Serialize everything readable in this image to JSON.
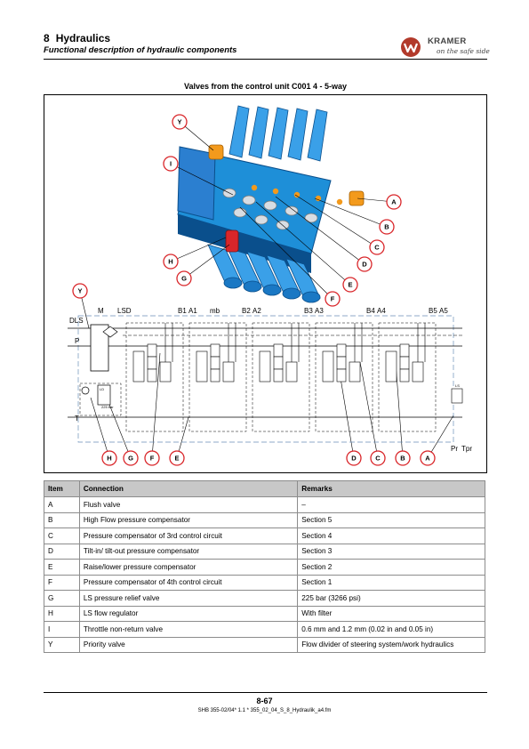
{
  "header": {
    "chapter_number": "8",
    "chapter_title": "Hydraulics",
    "subtitle": "Functional description of hydraulic components"
  },
  "logo": {
    "name": "KRAMER",
    "tagline": "on the safe side"
  },
  "figure": {
    "title": "Valves from the control unit C001 4 - 5-way",
    "callout_letters": [
      "Y",
      "I",
      "A",
      "B",
      "C",
      "D",
      "E",
      "F",
      "G",
      "H"
    ],
    "schematic_port_labels": [
      "DLS",
      "P",
      "T",
      "M",
      "LS",
      "D",
      "B1",
      "A1",
      "mb",
      "B2",
      "A2",
      "B3",
      "A3",
      "B4",
      "A4",
      "B5",
      "A5",
      "Pr",
      "Tpr"
    ],
    "schematic_small_labels": [
      "225 bar",
      "LD",
      "LS"
    ],
    "colors": {
      "valve_blue": "#1e8fd8",
      "valve_dark": "#0a4f8c",
      "orange": "#f39a1c",
      "red": "#d9262a"
    }
  },
  "table": {
    "headers": [
      "Item",
      "Connection",
      "Remarks"
    ],
    "rows": [
      [
        "A",
        "Flush valve",
        "–"
      ],
      [
        "B",
        "High Flow pressure compensator",
        "Section 5"
      ],
      [
        "C",
        "Pressure compensator of 3rd control circuit",
        "Section 4"
      ],
      [
        "D",
        "Tilt-in/ tilt-out pressure compensator",
        "Section 3"
      ],
      [
        "E",
        "Raise/lower pressure compensator",
        "Section 2"
      ],
      [
        "F",
        "Pressure compensator of 4th control circuit",
        "Section 1"
      ],
      [
        "G",
        "LS pressure relief valve",
        "225 bar (3266 psi)"
      ],
      [
        "H",
        "LS flow regulator",
        "With filter"
      ],
      [
        "I",
        "Throttle non-return valve",
        "0.6 mm and 1.2 mm (0.02 in and 0.05 in)"
      ],
      [
        "Y",
        "Priority valve",
        "Flow divider of steering system/work hydraulics"
      ]
    ]
  },
  "footer": {
    "page": "8-67",
    "reference": "SHB 355-02/04*  1.1 * 355_02_04_S_8_Hydraulik_a4.fm"
  }
}
